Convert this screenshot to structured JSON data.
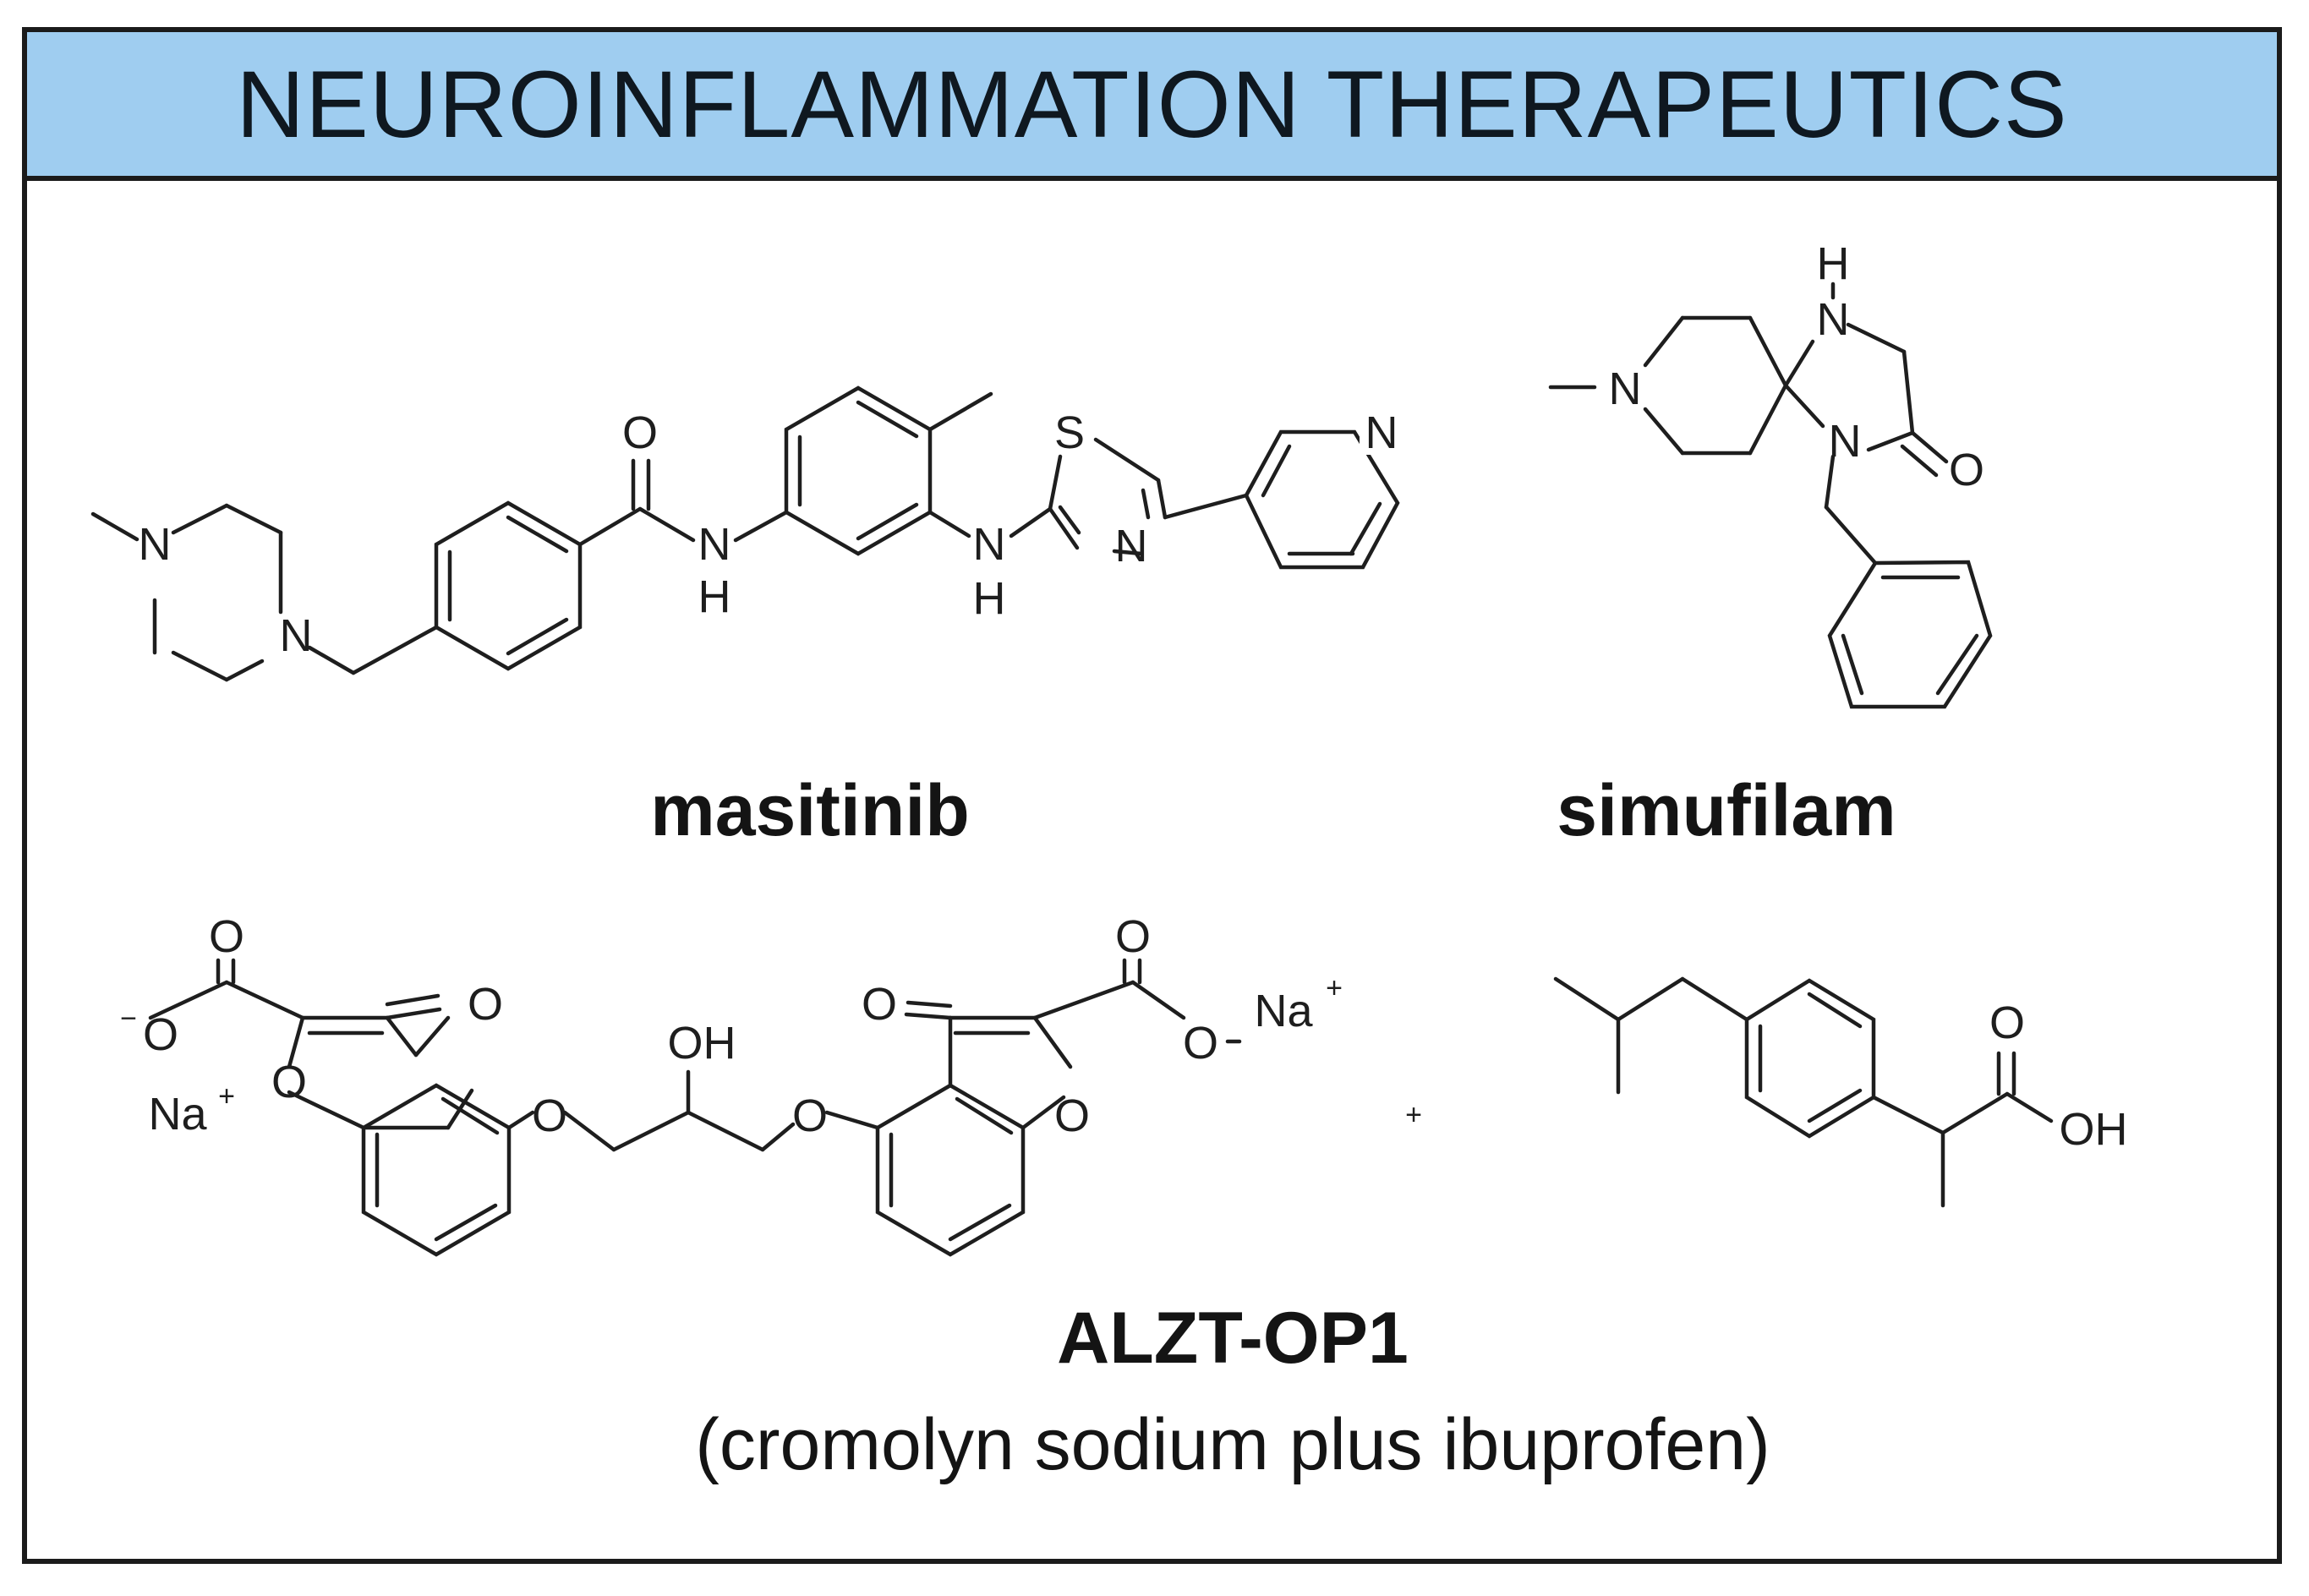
{
  "title": "NEUROINFLAMMATION THERAPEUTICS",
  "compounds": {
    "masitinib": {
      "name": "masitinib"
    },
    "simufilam": {
      "name": "simufilam"
    },
    "alzt": {
      "name": "ALZT-OP1",
      "description": "(cromolyn sodium plus ibuprofen)"
    }
  },
  "atom_labels": {
    "N": "N",
    "O": "O",
    "S": "S",
    "H": "H",
    "OH": "OH",
    "Na": "Na",
    "plus": "+",
    "minus": "−",
    "mixture_plus": "+"
  },
  "colors": {
    "banner": "#9fcdf0",
    "border": "#1b1b1b",
    "ink": "#1e1e1e"
  }
}
